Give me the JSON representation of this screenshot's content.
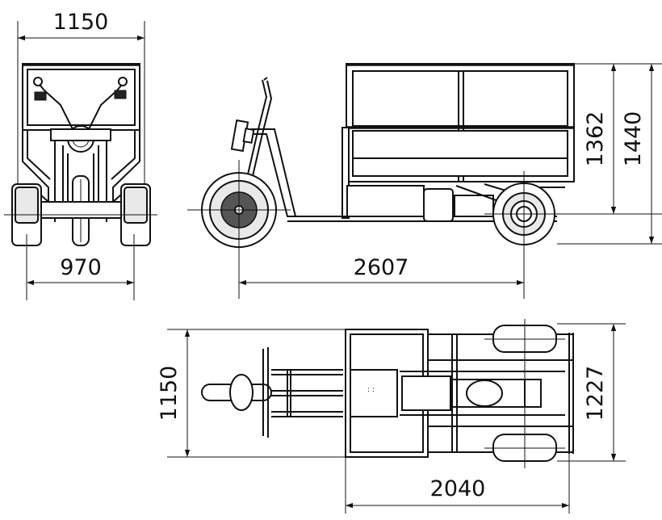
{
  "dimensions": {
    "front_width": "1150",
    "front_track": "970",
    "side_wheelbase": "2607",
    "side_cargo_height": "1362",
    "side_total_height": "1440",
    "top_width": "1150",
    "top_rear_width": "1227",
    "top_cargo_length": "2040"
  },
  "colors": {
    "line": "#111111",
    "background": "#ffffff"
  }
}
